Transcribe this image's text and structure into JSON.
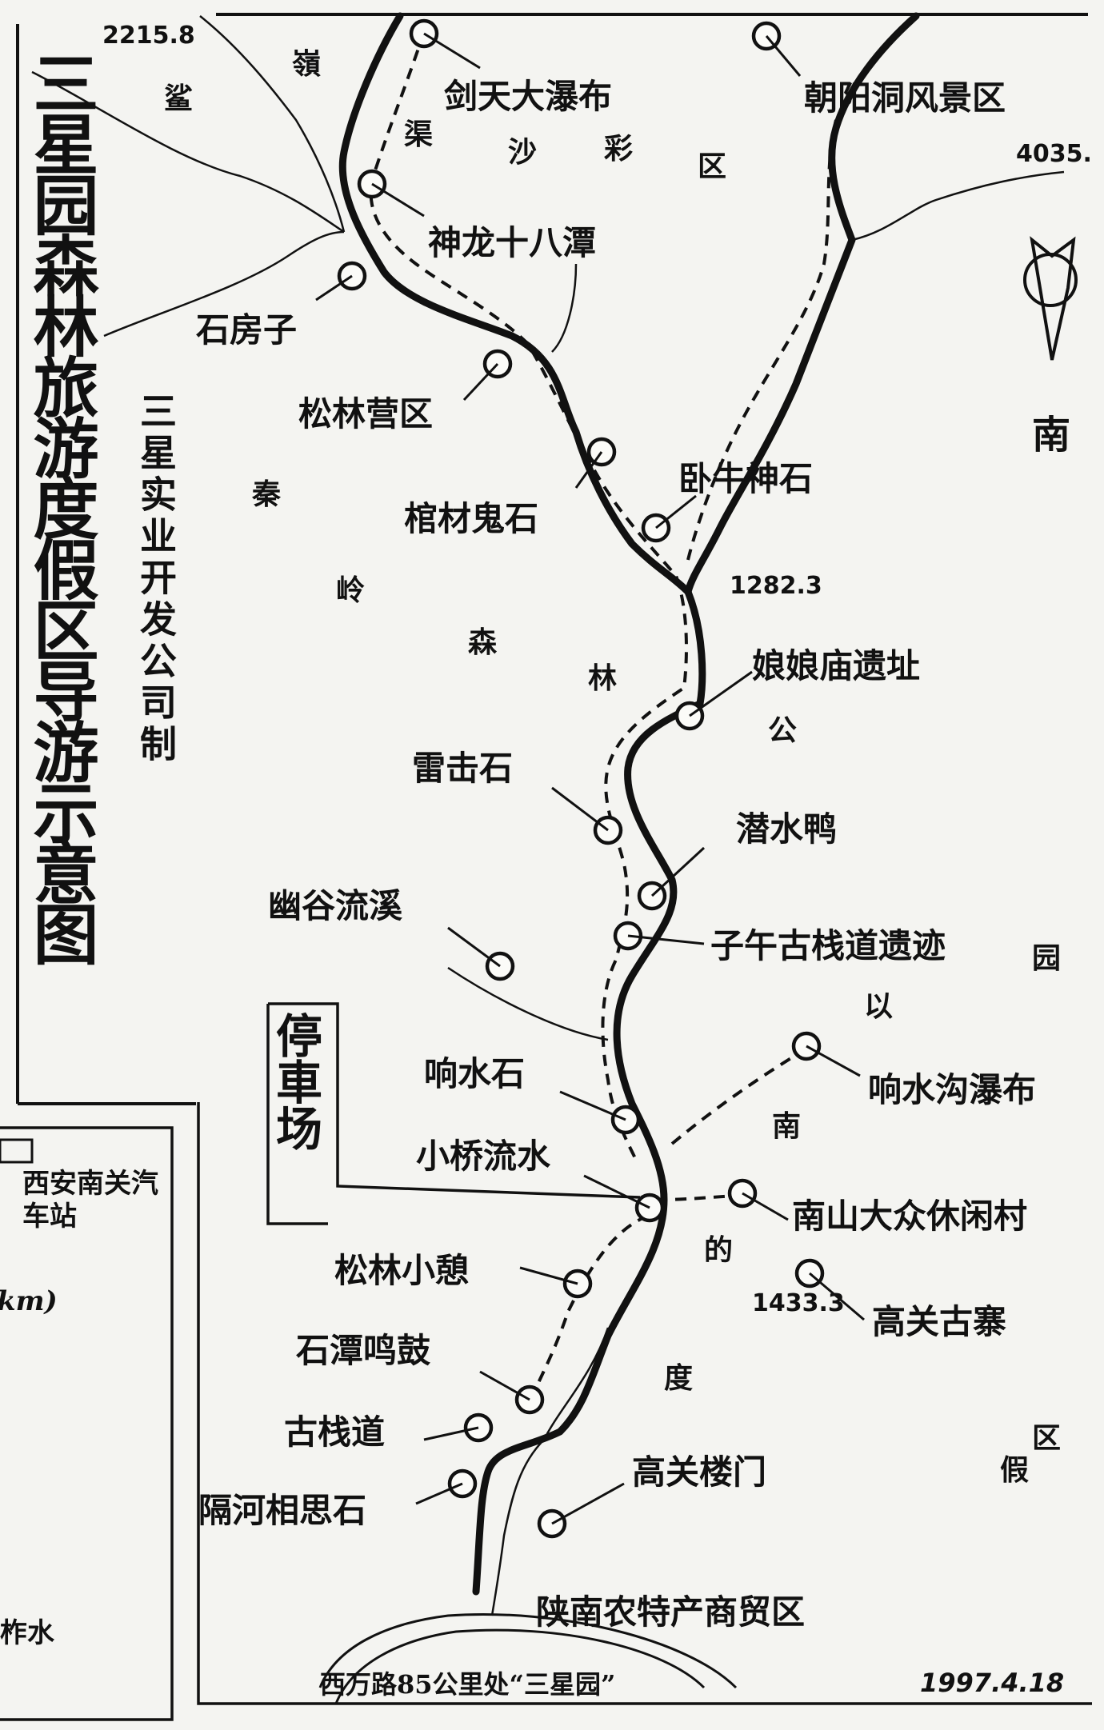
{
  "map": {
    "title": "三星园森林旅游度假区导游示意图",
    "maker": "三星实业开发公司制",
    "compass": {
      "direction_label": "南",
      "icon": "compass-arrow-icon"
    },
    "parking": "停車场",
    "road_label": "西万路85公里处“三星园”",
    "date": "1997.4.18",
    "elevations": [
      "2215.8",
      "4035.",
      "1282.3",
      "1433.3"
    ],
    "region_chars": [
      "鲨",
      "嶺",
      "渠",
      "沙",
      "彩",
      "区",
      "秦",
      "岭",
      "森",
      "林",
      "公",
      "园",
      "以",
      "南",
      "的",
      "度",
      "假",
      "区"
    ],
    "spots": [
      {
        "name": "剑天大瀑布"
      },
      {
        "name": "朝阳洞风景区"
      },
      {
        "name": "神龙十八潭"
      },
      {
        "name": "石房子"
      },
      {
        "name": "松林营区"
      },
      {
        "name": "棺材鬼石"
      },
      {
        "name": "卧牛神石"
      },
      {
        "name": "娘娘庙遗址"
      },
      {
        "name": "雷击石"
      },
      {
        "name": "潜水鸭"
      },
      {
        "name": "幽谷流溪"
      },
      {
        "name": "子午古栈道遗迹"
      },
      {
        "name": "响水沟瀑布"
      },
      {
        "name": "响水石"
      },
      {
        "name": "小桥流水"
      },
      {
        "name": "南山大众休闲村"
      },
      {
        "name": "松林小憩"
      },
      {
        "name": "高关古寨"
      },
      {
        "name": "石潭鸣鼓"
      },
      {
        "name": "古栈道"
      },
      {
        "name": "隔河相思石"
      },
      {
        "name": "高关楼门"
      }
    ],
    "market": "陕南农特产商贸区",
    "side_panel": {
      "station": "西安南关汽车站",
      "unit": "(km)",
      "partial_text": "柞水"
    }
  }
}
